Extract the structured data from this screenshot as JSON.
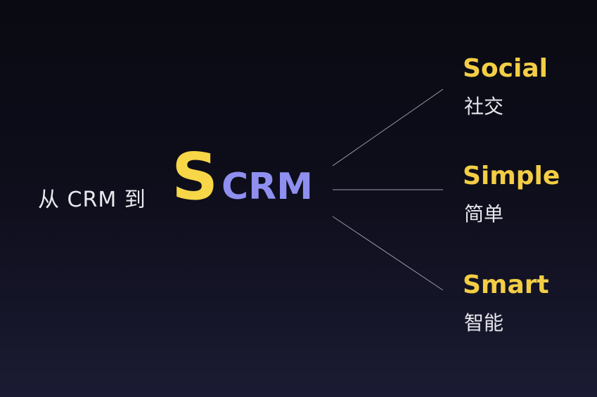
{
  "title": {
    "prefix": "从 CRM 到",
    "s": "S",
    "crm": "CRM"
  },
  "branches": [
    {
      "en": "Social",
      "zh": "社交"
    },
    {
      "en": "Simple",
      "zh": "简单"
    },
    {
      "en": "Smart",
      "zh": "智能"
    }
  ],
  "colors": {
    "accent_yellow": "#f3ce45",
    "accent_purple": "#8f8ff0"
  }
}
